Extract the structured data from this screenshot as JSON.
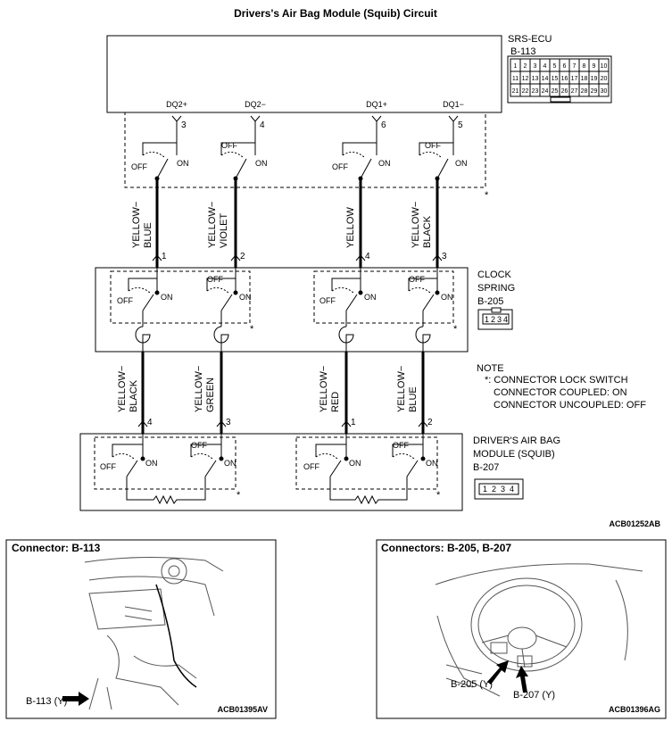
{
  "title": "Drivers's Air Bag Module (Squib) Circuit",
  "ecu": {
    "name": "SRS-ECU",
    "connector": "B-113",
    "pins": [
      "1",
      "2",
      "3",
      "4",
      "5",
      "6",
      "7",
      "8",
      "9",
      "10",
      "11",
      "12",
      "13",
      "14",
      "15",
      "16",
      "17",
      "18",
      "19",
      "20",
      "21",
      "22",
      "23",
      "24",
      "25",
      "26",
      "27",
      "28",
      "29",
      "30"
    ]
  },
  "terminals": [
    {
      "label": "DQ2+",
      "pin": "3"
    },
    {
      "label": "DQ2−",
      "pin": "4"
    },
    {
      "label": "DQ1+",
      "pin": "6"
    },
    {
      "label": "DQ1−",
      "pin": "5"
    }
  ],
  "switch": {
    "off": "OFF",
    "on": "ON"
  },
  "asterisk": "*",
  "wires_upper": [
    {
      "line1": "YELLOW−",
      "line2": "BLUE",
      "pin": "1"
    },
    {
      "line1": "YELLOW−",
      "line2": "VIOLET",
      "pin": "2"
    },
    {
      "line1": "YELLOW",
      "line2": "",
      "pin": "4"
    },
    {
      "line1": "YELLOW−",
      "line2": "BLACK",
      "pin": "3"
    }
  ],
  "clock_spring": {
    "line1": "CLOCK",
    "line2": "SPRING",
    "connector": "B-205",
    "pins": [
      "1",
      "2",
      "3",
      "4"
    ]
  },
  "wires_lower": [
    {
      "line1": "YELLOW−",
      "line2": "BLACK",
      "pin": "4"
    },
    {
      "line1": "YELLOW−",
      "line2": "GREEN",
      "pin": "3"
    },
    {
      "line1": "YELLOW−",
      "line2": "RED",
      "pin": "1"
    },
    {
      "line1": "YELLOW−",
      "line2": "BLUE",
      "pin": "2"
    }
  ],
  "note": {
    "title": "NOTE",
    "line1": "*: CONNECTOR LOCK SWITCH",
    "line2": "CONNECTOR COUPLED: ON",
    "line3": "CONNECTOR UNCOUPLED: OFF"
  },
  "module": {
    "line1": "DRIVER'S AIR BAG",
    "line2": "MODULE (SQUIB)",
    "connector": "B-207",
    "pins": [
      "1",
      "2",
      "3",
      "4"
    ]
  },
  "diagram_code": "ACB01252AB",
  "panel_left": {
    "title": "Connector: B-113",
    "callout": "B-113 (Y)",
    "code": "ACB01395AV"
  },
  "panel_right": {
    "title": "Connectors: B-205, B-207",
    "callout1": "B-205 (Y)",
    "callout2": "B-207 (Y)",
    "code": "ACB01396AG"
  }
}
